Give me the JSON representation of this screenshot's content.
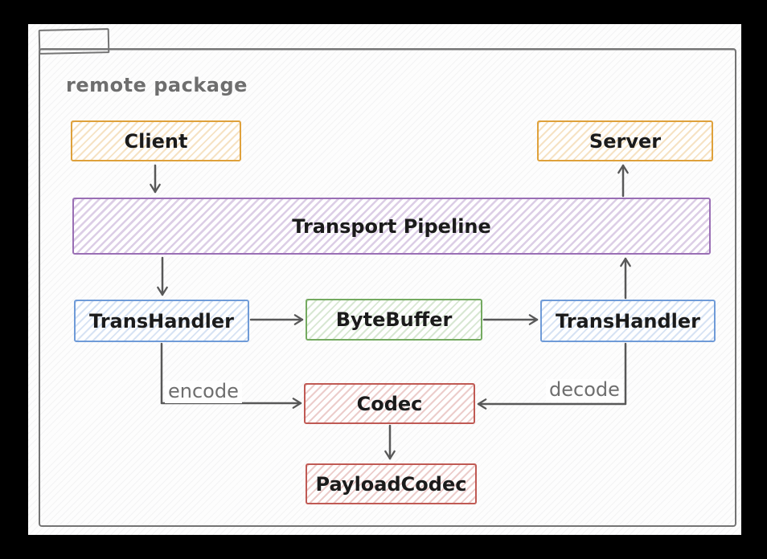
{
  "package": {
    "label": "remote package"
  },
  "nodes": {
    "client": {
      "label": "Client",
      "color": "#dfa13b"
    },
    "server": {
      "label": "Server",
      "color": "#dfa13b"
    },
    "transport_pipeline": {
      "label": "Transport Pipeline",
      "color": "#9a6fb5"
    },
    "transhandler_left": {
      "label": "TransHandler",
      "color": "#6f9bd8"
    },
    "bytebuffer": {
      "label": "ByteBuffer",
      "color": "#74aa60"
    },
    "transhandler_right": {
      "label": "TransHandler",
      "color": "#6f9bd8"
    },
    "codec": {
      "label": "Codec",
      "color": "#c05a54"
    },
    "payload_codec": {
      "label": "PayloadCodec",
      "color": "#c05a54"
    }
  },
  "edge_labels": {
    "encode": "encode",
    "decode": "decode"
  },
  "edges": [
    {
      "from": "client",
      "to": "transport_pipeline",
      "direction": "down"
    },
    {
      "from": "transport_pipeline",
      "to": "transhandler_left",
      "direction": "down"
    },
    {
      "from": "transhandler_left",
      "to": "bytebuffer",
      "direction": "right"
    },
    {
      "from": "bytebuffer",
      "to": "transhandler_right",
      "direction": "right"
    },
    {
      "from": "transhandler_right",
      "to": "transport_pipeline",
      "direction": "up"
    },
    {
      "from": "transport_pipeline",
      "to": "server",
      "direction": "up"
    },
    {
      "from": "transhandler_left",
      "to": "codec",
      "label": "encode"
    },
    {
      "from": "transhandler_right",
      "to": "codec",
      "label": "decode"
    },
    {
      "from": "codec",
      "to": "payload_codec",
      "direction": "down"
    }
  ],
  "colors": {
    "stroke_gray": "#585858",
    "package_border": "#747474",
    "text_black": "#1b1b1b",
    "muted_text": "#6e6e6e",
    "orange": "#dfa13b",
    "purple": "#9a6fb5",
    "blue": "#6f9bd8",
    "green": "#74aa60",
    "red": "#c05a54",
    "canvas_bg": "#fdfdfd",
    "frame_bg": "#000000"
  }
}
